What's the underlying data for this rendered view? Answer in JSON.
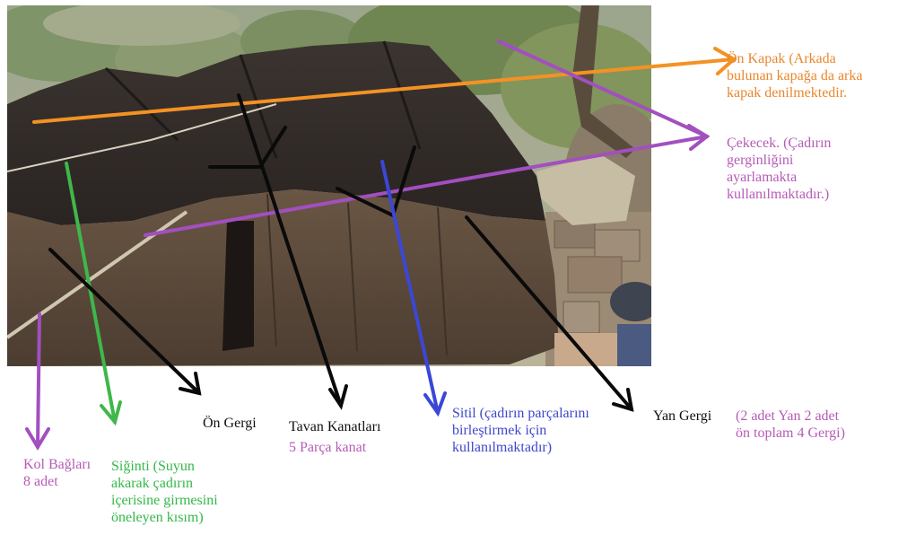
{
  "colors": {
    "orange": "#f39224",
    "purple": "#a24fc0",
    "green": "#3fb74a",
    "blue": "#3b47d6",
    "black": "#0a0a0a"
  },
  "photo": {
    "subject": "goat-hair nomad tent (kıl çadır) in rocky countryside"
  },
  "labels": {
    "on_kapak": "Ön Kapak (Arkada\nbulunan kapağa da arka\nkapak denilmektedir.",
    "cekecek": "Çekecek. (Çadırın\ngerginliğini\nayarlamakta\nkullanılmaktadır.)",
    "kol_baglari": "Kol Bağları\n8 adet",
    "siginti": "Siğinti (Suyun\nakarak çadırın\niçerisine girmesini\nöneleyen kısım)",
    "on_gergi": "Ön Gergi",
    "tavan_kanatlari": "Tavan Kanatları",
    "tavan_parca": "5 Parça kanat",
    "sitil": "Sitil (çadırın parçalarını\nbirleştirmek için\nkullanılmaktadır)",
    "yan_gergi": "Yan Gergi",
    "yan_gergi_note": "(2 adet Yan 2 adet\nön toplam 4 Gergi)"
  }
}
